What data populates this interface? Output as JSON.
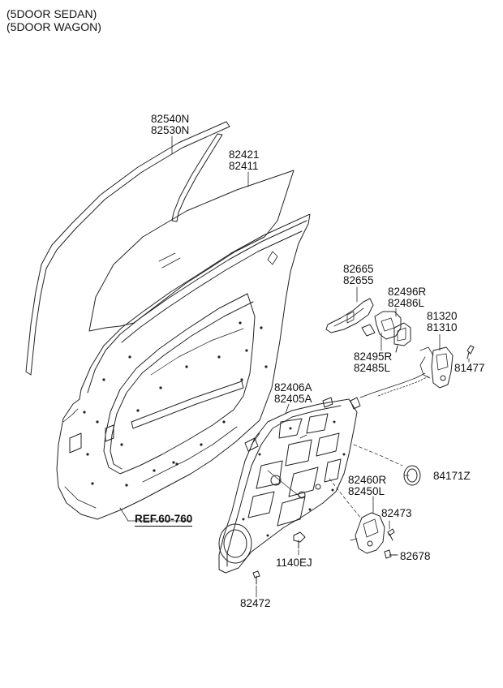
{
  "header": {
    "line1": "(5DOOR SEDAN)",
    "line2": "(5DOOR WAGON)"
  },
  "labels": {
    "l82540n": "82540N",
    "l82530n": "82530N",
    "l82421": "82421",
    "l82411": "82411",
    "l82665": "82665",
    "l82655": "82655",
    "l82496r": "82496R",
    "l82486l": "82486L",
    "l81320": "81320",
    "l81310": "81310",
    "l82495r": "82495R",
    "l82485l": "82485L",
    "l81477": "81477",
    "l82406a": "82406A",
    "l82405a": "82405A",
    "l84171z": "84171Z",
    "l82460r": "82460R",
    "l82450l": "82450L",
    "l82473": "82473",
    "l82678": "82678",
    "l1140ej": "1140EJ",
    "l82472": "82472",
    "ref": "REF.60-760"
  }
}
